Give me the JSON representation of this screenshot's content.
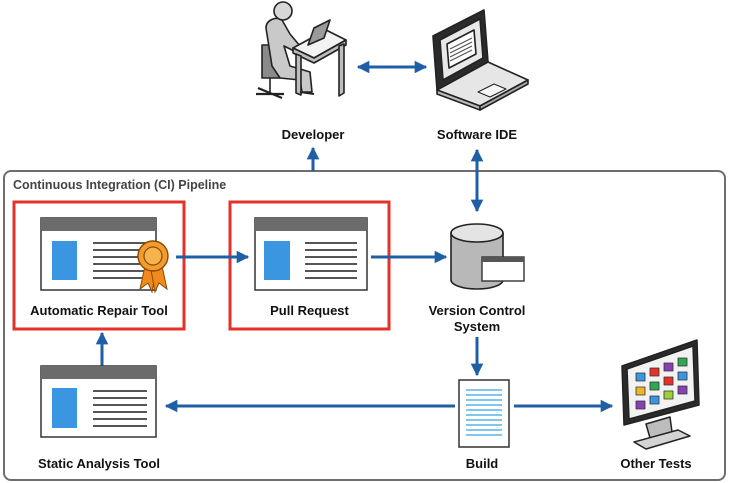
{
  "pipeline": {
    "title": "Continuous Integration (CI) Pipeline"
  },
  "nodes": {
    "developer": {
      "label": "Developer",
      "icon": "developer-at-desk-icon"
    },
    "software_ide": {
      "label": "Software IDE",
      "icon": "laptop-icon"
    },
    "automatic_repair_tool": {
      "label": "Automatic Repair Tool",
      "icon": "window-with-award-badge-icon",
      "highlighted": true
    },
    "pull_request": {
      "label": "Pull Request",
      "icon": "window-document-icon",
      "highlighted": true
    },
    "version_control_system": {
      "label": "Version Control\nSystem",
      "icon": "database-icon"
    },
    "static_analysis_tool": {
      "label": "Static Analysis Tool",
      "icon": "window-document-icon"
    },
    "build": {
      "label": "Build",
      "icon": "document-icon"
    },
    "other_tests": {
      "label": "Other Tests",
      "icon": "monitor-icon"
    }
  },
  "edges": [
    {
      "from": "developer",
      "to": "software_ide",
      "bidirectional": true
    },
    {
      "from": "pipeline",
      "to": "developer",
      "bidirectional": false
    },
    {
      "from": "software_ide",
      "to": "version_control_system",
      "bidirectional": true
    },
    {
      "from": "automatic_repair_tool",
      "to": "pull_request",
      "bidirectional": false
    },
    {
      "from": "pull_request",
      "to": "version_control_system",
      "bidirectional": false
    },
    {
      "from": "version_control_system",
      "to": "build",
      "bidirectional": false
    },
    {
      "from": "build",
      "to": "static_analysis_tool",
      "bidirectional": false
    },
    {
      "from": "build",
      "to": "other_tests",
      "bidirectional": false
    },
    {
      "from": "static_analysis_tool",
      "to": "automatic_repair_tool",
      "bidirectional": false
    }
  ],
  "colors": {
    "arrow": "#1f5fa6",
    "highlight": "#e53228",
    "pipeline_border": "#6e6e6e",
    "window_bar": "#6b6b6b",
    "window_panel": "#3a96e0",
    "badge": "#f08a1c",
    "build_lines": "#5ab4ea"
  }
}
